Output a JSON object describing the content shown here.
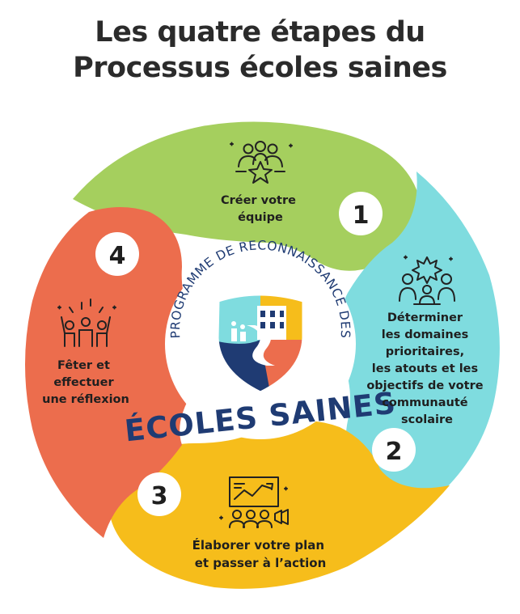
{
  "title": {
    "line1": "Les quatre étapes du",
    "line2": "Processus écoles saines"
  },
  "colors": {
    "green": "#a5cf5e",
    "teal": "#7fdcdf",
    "yellow": "#f6bd1b",
    "orange": "#ec6d4d",
    "navy": "#1f3b73",
    "white": "#ffffff"
  },
  "logo": {
    "arc_text": "PROGRAMME DE RECONNAISSANCE DES",
    "brand_text": "ÉCOLES SAINES"
  },
  "steps": [
    {
      "number": "1",
      "icon": "team-star-icon",
      "label_lines": [
        "Créer votre",
        "équipe"
      ]
    },
    {
      "number": "2",
      "icon": "discussion-icon",
      "label_lines": [
        "Déterminer",
        "les domaines",
        "prioritaires,",
        "les atouts et les",
        "objectifs de votre",
        "communauté",
        "scolaire"
      ]
    },
    {
      "number": "3",
      "icon": "presentation-icon",
      "label_lines": [
        "Élaborer votre plan",
        "et passer à l’action"
      ]
    },
    {
      "number": "4",
      "icon": "celebration-icon",
      "label_lines": [
        "Fêter et",
        "effectuer",
        "une réflexion"
      ]
    }
  ]
}
